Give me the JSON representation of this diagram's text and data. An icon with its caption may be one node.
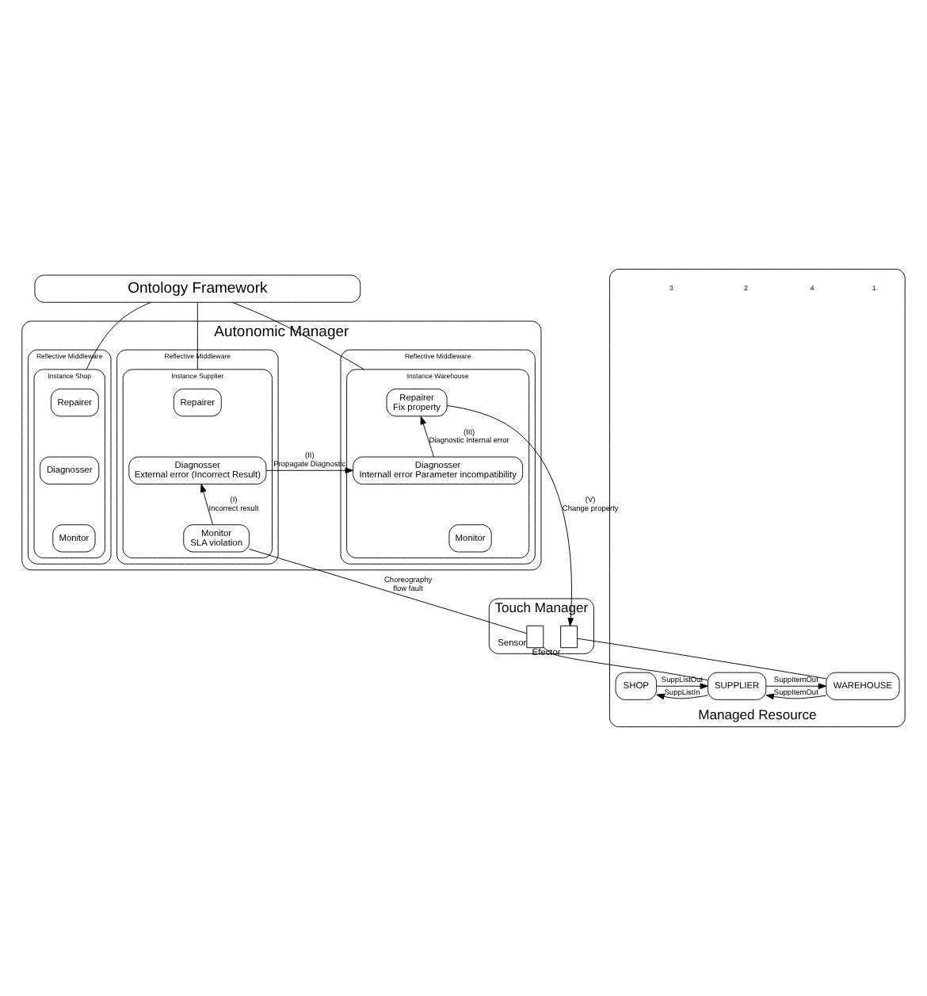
{
  "diagram": {
    "nodes": [
      {
        "text": [
          "Ontology Framework"
        ]
      },
      {
        "text": [
          "Autonomic Manager"
        ]
      },
      {
        "text": [
          "Reflective Middleware"
        ],
        "in": 1
      },
      {
        "text": [
          "Instance Shop"
        ],
        "in": 2
      },
      {
        "text": [
          "Repairer"
        ],
        "in": 3
      },
      {
        "text": [
          "Diagnosser"
        ],
        "in": 3
      },
      {
        "text": [
          "Monitor"
        ],
        "in": 3
      },
      {
        "text": [
          "Reflective Middleware"
        ],
        "in": 1
      },
      {
        "text": [
          "Instance Supplier"
        ],
        "in": 7
      },
      {
        "text": [
          "Repairer"
        ],
        "in": 8
      },
      {
        "text": [
          "Diagnosser",
          "External error (Incorrect Result)"
        ],
        "in": 8
      },
      {
        "text": [
          "Monitor",
          "SLA violation"
        ],
        "in": 8
      },
      {
        "text": [
          "Reflective Middleware"
        ],
        "in": 1
      },
      {
        "text": [
          "Instance Warehouse"
        ],
        "in": 12
      },
      {
        "text": [
          "Repairer",
          "Fix property"
        ],
        "in": 13
      },
      {
        "text": [
          "Diagnosser",
          "Internall error Parameter incompatibility"
        ],
        "in": 13
      },
      {
        "text": [
          "Monitor"
        ],
        "in": 13
      },
      {
        "text": [
          "Touch Manager"
        ]
      },
      {
        "text": [],
        "shape": "box",
        "beside": [
          "Sensor"
        ],
        "in": 17
      },
      {
        "text": [],
        "shape": "box",
        "beside": [
          "Efector"
        ],
        "in": 17
      },
      {
        "text": [
          "Managed Resource"
        ]
      },
      {
        "text": [
          "SHOP"
        ],
        "in": 20
      },
      {
        "text": [
          "SUPPLIER"
        ],
        "in": 20
      },
      {
        "text": [
          "WAREHOUSE"
        ],
        "in": 20
      }
    ],
    "edges": [
      {
        "from": 0,
        "to": 3,
        "arrow": "none"
      },
      {
        "from": 0,
        "to": 8,
        "arrow": "none"
      },
      {
        "from": 0,
        "to": 13,
        "arrow": "none"
      },
      {
        "from": 11,
        "to": 10,
        "arrow": "to",
        "label": "(I) Incorrect result"
      },
      {
        "from": 10,
        "to": 15,
        "arrow": "to",
        "label": "(II) Propagate Diagnostic"
      },
      {
        "from": 15,
        "to": 14,
        "arrow": "to",
        "label": "(III) Diagnostic Internal error"
      },
      {
        "from": 14,
        "to": 19,
        "arrow": "to",
        "label": "(V) Change property"
      },
      {
        "from": 11,
        "to": 18,
        "arrow": "none",
        "label": "Choreography flow fault"
      },
      {
        "from": 18,
        "to": 22,
        "arrow": "none"
      },
      {
        "from": 19,
        "to": 23,
        "arrow": "none"
      },
      {
        "from": 21,
        "to": 22,
        "arrow": "to",
        "label": "SuppListOut"
      },
      {
        "from": 22,
        "to": 21,
        "arrow": "to",
        "label": "SuppListIn"
      },
      {
        "from": 22,
        "to": 23,
        "arrow": "to",
        "label": "SuppItemOut"
      },
      {
        "from": 23,
        "to": 22,
        "arrow": "to",
        "label": "SuppItemOut"
      }
    ],
    "labels": [
      "1",
      "4",
      "2",
      "3"
    ]
  }
}
